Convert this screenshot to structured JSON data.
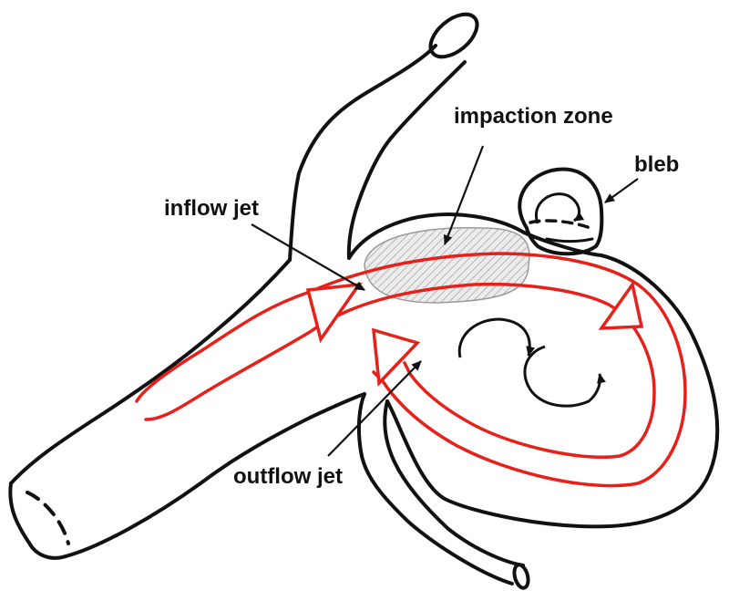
{
  "labels": {
    "impaction_zone": "impaction zone",
    "bleb": "bleb",
    "inflow_jet": "inflow jet",
    "outflow_jet": "outflow jet"
  },
  "colors": {
    "outline": "#111111",
    "flow": "#e8201a",
    "zone_fill": "#e9e9e9",
    "zone_hatch": "#b8b8b8"
  }
}
